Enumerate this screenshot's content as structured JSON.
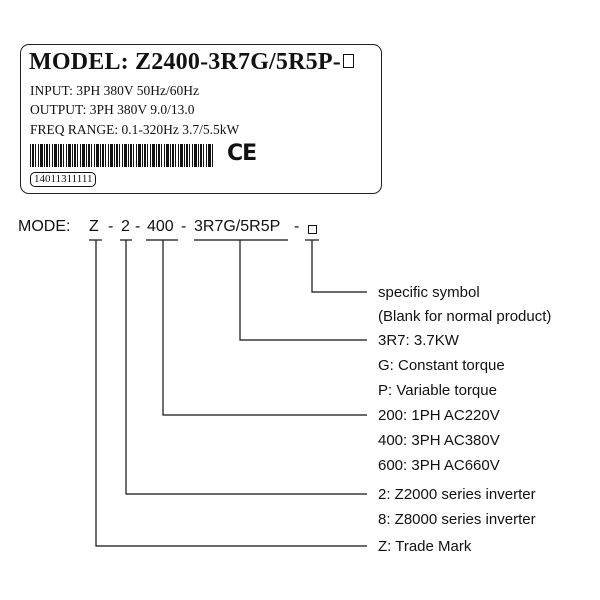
{
  "nameplate": {
    "model": "MODEL: Z2400-3R7G/5R5P-",
    "input": "INPUT: 3PH 380V 50Hz/60Hz",
    "output": "OUTPUT: 3PH 380V 9.0/13.0",
    "freq_range": "FREQ RANGE: 0.1-320Hz 3.7/5.5kW",
    "ce": "CE",
    "serial": "14011311111"
  },
  "code": {
    "prefix": "MODE:",
    "parts": [
      "Z",
      "-",
      "2",
      "-",
      "400",
      "-",
      "3R7G/5R5P",
      "-"
    ]
  },
  "labels": [
    "specific symbol",
    "(Blank for normal product)",
    "3R7: 3.7KW",
    "G: Constant torque",
    "P: Variable torque",
    "200: 1PH AC220V",
    "400: 3PH AC380V",
    "600: 3PH AC660V",
    "2: Z2000 series inverter",
    "8: Z8000 series inverter",
    "Z: Trade Mark"
  ]
}
